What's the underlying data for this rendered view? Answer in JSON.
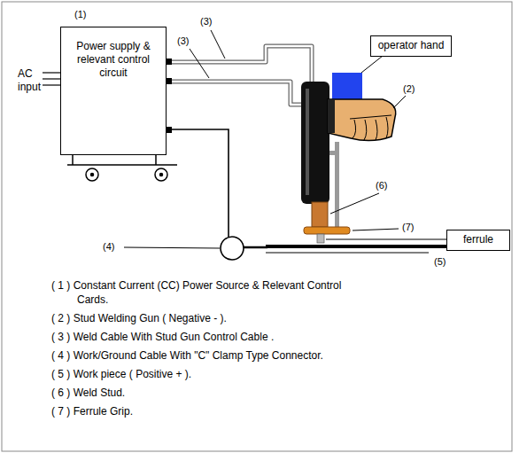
{
  "diagram": {
    "nodes": [
      {
        "text": [
          "Power supply & relevant control circuit"
        ]
      },
      {
        "text": [
          "operator hand"
        ]
      },
      {
        "text": [
          "ferrule"
        ]
      }
    ],
    "labels": [
      "AC input",
      "(1)",
      "(3)",
      "(3)",
      "(2)",
      "(6)",
      "(7)",
      "(4)",
      "(5)",
      "( 1 ) Constant Current (CC) Power Source & Relevant Control Cards.",
      "( 2 ) Stud Welding Gun ( Negative - ).",
      "( 3 ) Weld Cable With Stud Gun Control Cable .",
      "( 4 ) Work/Ground Cable With \"C\" Clamp Type Connector.",
      "( 5 ) Work piece ( Positive + ).",
      "( 6 ) Weld Stud.",
      "( 7 ) Ferrule Grip."
    ]
  }
}
